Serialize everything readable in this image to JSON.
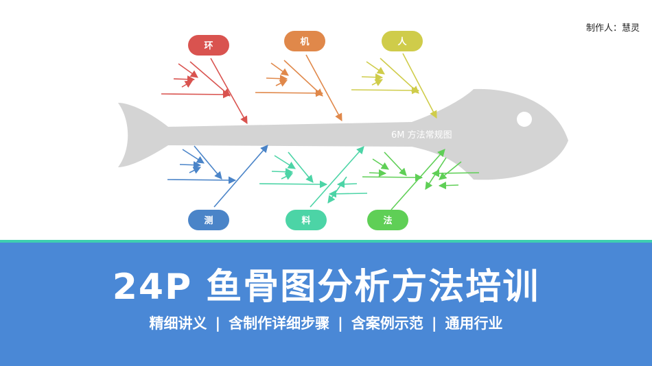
{
  "header": {
    "author": "制作人：慧灵"
  },
  "diagram": {
    "center_label": "6M 方法常规图",
    "categories": [
      {
        "label": "环",
        "color": "#d9534f"
      },
      {
        "label": "机",
        "color": "#e0884a"
      },
      {
        "label": "人",
        "color": "#cfcc4a"
      },
      {
        "label": "测",
        "color": "#4a84c8"
      },
      {
        "label": "料",
        "color": "#4cd4a6"
      },
      {
        "label": "法",
        "color": "#5fcf56"
      }
    ]
  },
  "banner": {
    "title": "24P 鱼骨图分析方法培训",
    "subtitles": [
      "精细讲义",
      "含制作详细步骤",
      "含案例示范",
      "通用行业"
    ],
    "separator": "|",
    "bg_color": "#4a88d6",
    "line_color": "#3ecfb0"
  }
}
